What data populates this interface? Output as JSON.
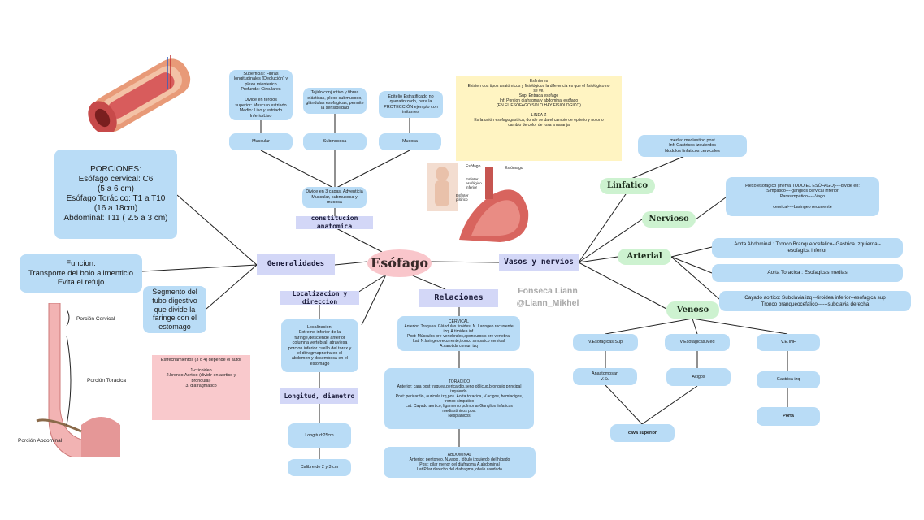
{
  "central": "Esófago",
  "generalidades": {
    "title": "Generalidades",
    "porciones": "PORCIONES:\nEsófago cervical:  C6\n(5 a 6 cm)\nEsófago Torácico: T1 a T10\n(16 a 18cm)\nAbdominal:  T11 ( 2.5 a 3 cm)",
    "funcion": "Funcion:\nTransporte del bolo alimenticio\nEvita el  refujo",
    "segmento": "Segmento del\ntubo digestivo\nque divide la\nfaringe con el\nestomago"
  },
  "constitucion": {
    "title": "constitucion anatomica",
    "capas": "Divide en 3 capas. Adventicia\nMuscular, submucosa y\nmucosa",
    "muscular_label": "Muscular",
    "submucosa_label": "Submucosa",
    "mucosa_label": "Mucosa",
    "muscular_desc": "Superficial: Fibras\nlongitudinales (Deglución) y\nplexo mienterico\nProfunda: Circulares\n\nDivide en tercios\nsuperior: Musculo estriado\nMedio: Liso y estriado\nInferiorLiso",
    "submucosa_desc": "Tejido conjuntivo y fibras\nelásticas, plexo submucoso,\nglándulas esofagicas, permite\nla sensibilidad",
    "mucosa_desc": "Epitelio Estratificado no\nqueratinizado, para la\nPROTECCIÓN ejemplo con\nirritantes"
  },
  "localizacion": {
    "title": "Localizacion y direccion",
    "desc": "Localizacion:\nExtremo inferior de la\nfaringe,desciende anterior\ncolumna vertebral, atraviesa\nporcion inferior cuello del torax y\nel difragmapnetra en el\nabdomen y desemboca en el\nestomago",
    "estrechamientos": "Estrechamientos (3 o 4) depende el autor\n\n1-cricoideo\n2.bronco Aortico (dividir en aortico y\nbronquial)\n3. diafragmatico"
  },
  "longitud": {
    "title": "Longitud, diametro",
    "longitud": "Longitud:25cm",
    "calibre": "Calibre de 2 y 3 cm"
  },
  "relaciones": {
    "title": "Relaciones",
    "cervical": "CERVICAL\nAnterior: Traquea, Glándulas tiroides, N. Laringeo recurrente\nizq. A.tiroidea inf.\nPost: Músculos pre-vertebrales,aponeurosis pre vertebral\nLat: N.laringeo recurrente,tronco simpatico cervical\nA.carotida comun izq",
    "toracico": "TORÁCICO\nAnterior: cara post traquea,pericardio,seno oblicuo,bronquio principal\nizquierdo.\nPost: pericardio, auricula izq,pos. Aorta toracica, V.acigos, hemiacigos,\ntronco simpatico\nLat: Cayado aortico, ligamento pulmonar,Ganglios linfaticos\nmediastinicos post\nNesplanicos",
    "abdominal": "ABDOMINAL\nAnterior: peritoneo, N.vago , lóbulo izquierdo del hígado\nPost: pilar menor del diafragma A.abdominal\nLat:Pilar derecho del diafragma,lobulo caudado"
  },
  "esfinteres": "Esfinteres\nExisten dos tipos anatómicos y fisiológicos la diferencia es que el fisiológico no\nse ve.\nSup: Entrada esofago\nInf: Porcion diafragma y abdominal esófago\n(EN EL ESÓFAGO SOLO HAY FISIOLOGICO)\n\nLINEA Z\nEs la unión esofagogastrica, donde se da el cambio de epitelio y notorio\ncambio de color de rosa a naranja",
  "vasos": {
    "title": "Vasos y nervios",
    "linfatico": "Linfatico",
    "linfatico_desc": "media: mediastino post\nInf: Gastricos izquierdos\nNodulos linfaticos cervicales",
    "nervioso": "Nervioso",
    "nervioso_desc": "Plexo esofagico (inerva TODO EL ESÓFAGO)----divide en:\nSimpático----ganglios cervical inferior\nParasimpático-----Vago\n\ncervical----Laringeo recurrente",
    "arterial": "Arterial",
    "arterial_1": "Aorta Abdominal : Tronco Branqueocefalico--Gastrica Izquierda--\nesofagica inferior",
    "arterial_2": "Aorta Toracica : Esofagicas medias",
    "arterial_3": "Cayado aortico: Subclavia izq --tiroidea inferior--esofagica sup\nTronco branqueocefalico------subclavia derecha",
    "venoso": "Venoso",
    "v_sup": "V.Esofagicas.Sup",
    "v_med": "V.Esofagicas.Med",
    "v_inf": "V.E.INF",
    "anast": "Anastomosan\nV.Su",
    "acigos": "Acigos",
    "gastrica": "Gastrica izq",
    "porta": "Porta",
    "cava": "cava superior"
  },
  "author": {
    "name": "Fonseca Liann",
    "handle": "@Liann_Mikhel"
  },
  "illustration": {
    "esofago_label": "Esófago",
    "estomago_label": "Estómago",
    "esf_inf": "Esfinter\nesofágico\ninferior",
    "esf_pil": "Esfinter\npilórico",
    "porcion_cervical": "Porción Cervical",
    "porcion_toracica": "Porción Toracica",
    "porcion_abdominal": "Porción Abdominal"
  },
  "colors": {
    "blue_node": "#b9dcf6",
    "lavender": "#d3d7f7",
    "green": "#cdf2d0",
    "yellow": "#fff4c2",
    "pink": "#f9c9cc",
    "central": "#f9c6cb"
  }
}
